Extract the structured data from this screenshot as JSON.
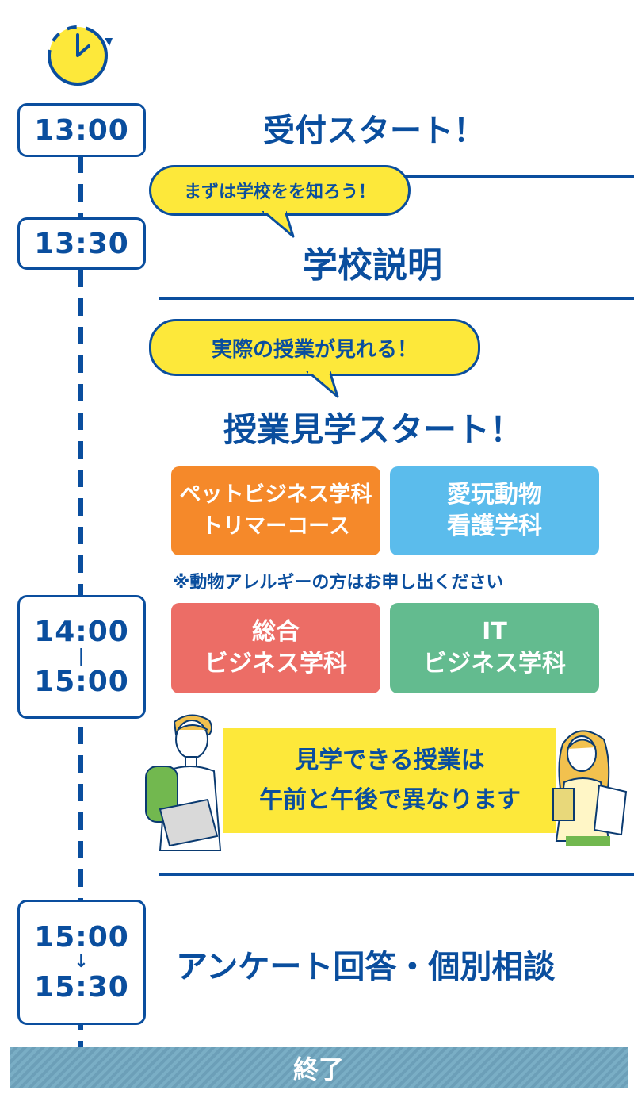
{
  "timeline": {
    "slot1": {
      "time": "13:00",
      "title": "受付スタート！"
    },
    "slot2": {
      "time": "13:30",
      "bubble": "まずは学校をを知ろう！",
      "title": "学校説明"
    },
    "slot3": {
      "time_start": "14:00",
      "time_end": "15:00",
      "range_sep": "|",
      "bubble": "実際の授業が見れる！",
      "title": "授業見学スタート！",
      "courses": [
        {
          "label": "ペットビジネス学科\nトリマーコース",
          "color": "#f5892a"
        },
        {
          "label": "愛玩動物\n看護学科",
          "color": "#5bbcec"
        },
        {
          "label": "総合\nビジネス学科",
          "color": "#ec6d66"
        },
        {
          "label": "IT\nビジネス学科",
          "color": "#63bb8f"
        }
      ],
      "note": "※動物アレルギーの方はお申し出ください",
      "info": "見学できる授業は\n午前と午後で異なります"
    },
    "slot4": {
      "time_start": "15:00",
      "time_end": "15:30",
      "range_sep": "↓",
      "title": "アンケート回答・個別相談"
    },
    "end": "終了"
  },
  "icons": {
    "clock": "clock-icon",
    "student_male": "student-male-illustration",
    "student_female": "student-female-illustration"
  },
  "colors": {
    "primary": "#0a4e9e",
    "highlight": "#fde83a"
  }
}
